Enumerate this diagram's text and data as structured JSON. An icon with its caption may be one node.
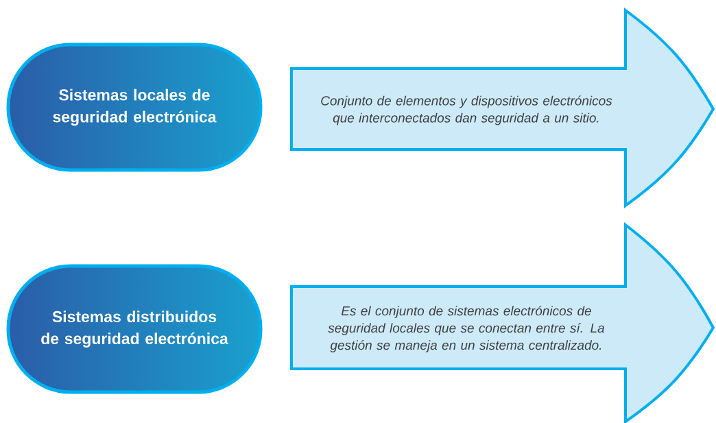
{
  "diagram": {
    "nodes": [
      {
        "text": [
          "Sistemas locales de seguridad electrónica"
        ]
      },
      {
        "text": [
          "Conjunto de elementos y dispositivos electrónicos que interconectados dan seguridad a un sitio."
        ]
      },
      {
        "text": [
          "Sistemas distribuidos de seguridad electrónica"
        ]
      },
      {
        "text": [
          "Es el conjunto de sistemas electrónicos de seguridad locales que se conectan entre sí. La gestión se maneja en un sistema centralizado."
        ]
      }
    ]
  }
}
